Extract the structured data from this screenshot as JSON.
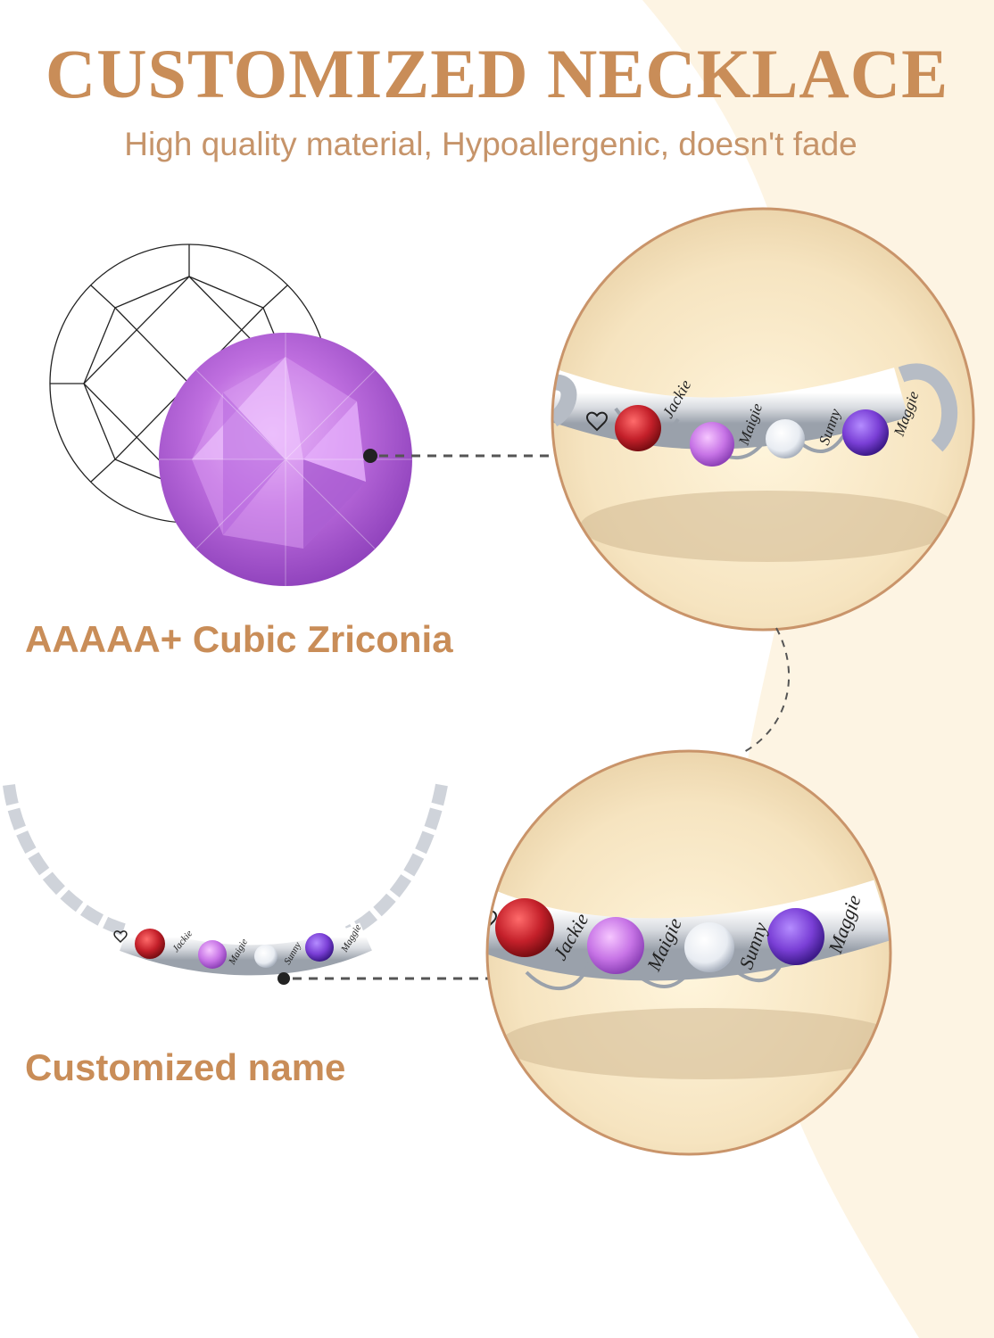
{
  "header": {
    "title": "CUSTOMIZED NECKLACE",
    "subtitle": "High quality material, Hypoallergenic, doesn't fade"
  },
  "features": {
    "stone_label": "AAAAA+ Cubic Zriconia",
    "name_label": "Customized name"
  },
  "engraved_names": [
    "Jackie",
    "Maigie",
    "Sunny",
    "Maggie"
  ],
  "colors": {
    "accent": "#c98d58",
    "background_cream": "#fdf4e3",
    "ring_border": "#c9946a",
    "stone_purple": "#c070e0",
    "stone_red": "#c4202a",
    "stone_violet": "#7a3fd6",
    "silver": "#d8dbe0"
  },
  "icons": {
    "gem_outline": "gem-wireframe-icon",
    "pointer_dot": "connector-dot-icon",
    "heart": "heart-icon"
  }
}
